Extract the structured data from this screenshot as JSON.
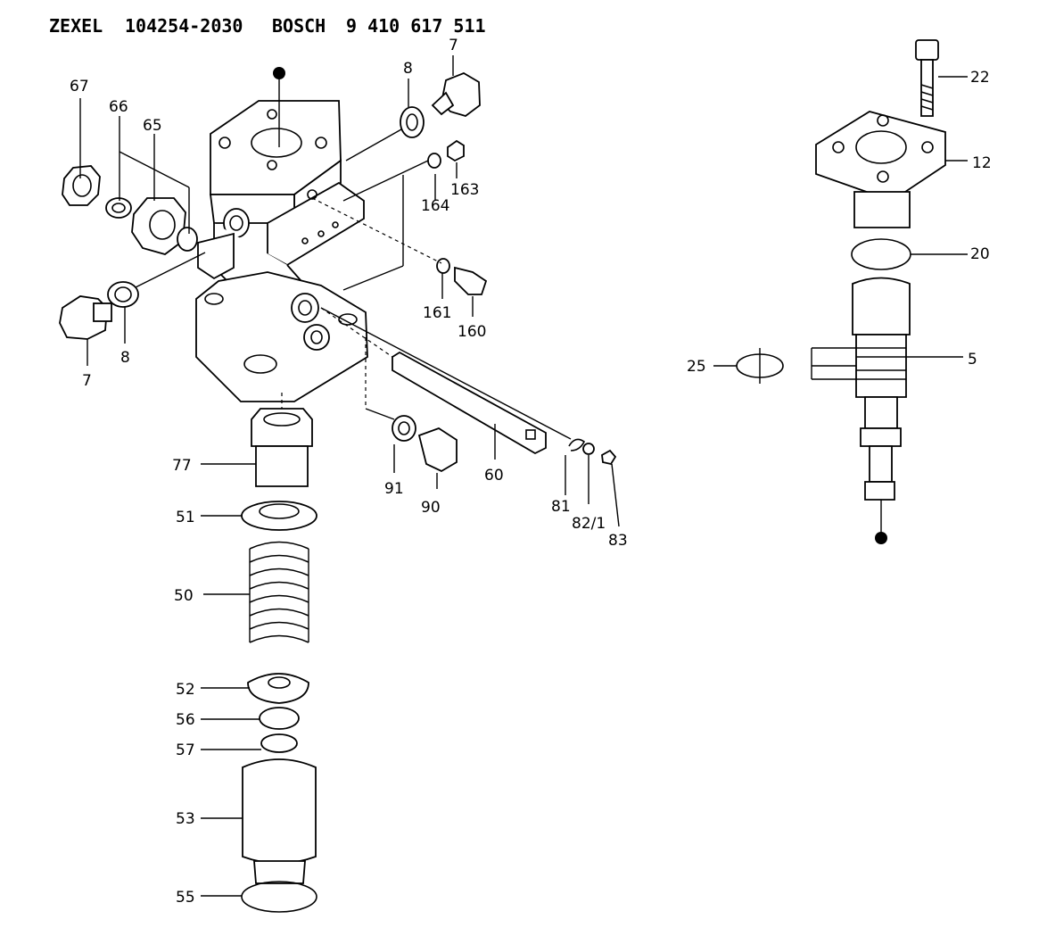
{
  "header": {
    "maker1": "ZEXEL",
    "part1": "104254-2030",
    "maker2": "BOSCH",
    "part2": "9 410 617 511"
  },
  "callouts": [
    {
      "id": "c67",
      "text": "67"
    },
    {
      "id": "c66",
      "text": "66"
    },
    {
      "id": "c65",
      "text": "65"
    },
    {
      "id": "c8a",
      "text": "8"
    },
    {
      "id": "c7a",
      "text": "7"
    },
    {
      "id": "c164",
      "text": "164"
    },
    {
      "id": "c163",
      "text": "163"
    },
    {
      "id": "c161",
      "text": "161"
    },
    {
      "id": "c160",
      "text": "160"
    },
    {
      "id": "c7b",
      "text": "7"
    },
    {
      "id": "c8b",
      "text": "8"
    },
    {
      "id": "c77",
      "text": "77"
    },
    {
      "id": "c51",
      "text": "51"
    },
    {
      "id": "c50",
      "text": "50"
    },
    {
      "id": "c52",
      "text": "52"
    },
    {
      "id": "c56",
      "text": "56"
    },
    {
      "id": "c57",
      "text": "57"
    },
    {
      "id": "c53",
      "text": "53"
    },
    {
      "id": "c55",
      "text": "55"
    },
    {
      "id": "c91",
      "text": "91"
    },
    {
      "id": "c90",
      "text": "90"
    },
    {
      "id": "c60",
      "text": "60"
    },
    {
      "id": "c81",
      "text": "81"
    },
    {
      "id": "c821",
      "text": "82/1"
    },
    {
      "id": "c83",
      "text": "83"
    },
    {
      "id": "c22",
      "text": "22"
    },
    {
      "id": "c12",
      "text": "12"
    },
    {
      "id": "c20",
      "text": "20"
    },
    {
      "id": "c25",
      "text": "25"
    },
    {
      "id": "c5",
      "text": "5"
    }
  ]
}
